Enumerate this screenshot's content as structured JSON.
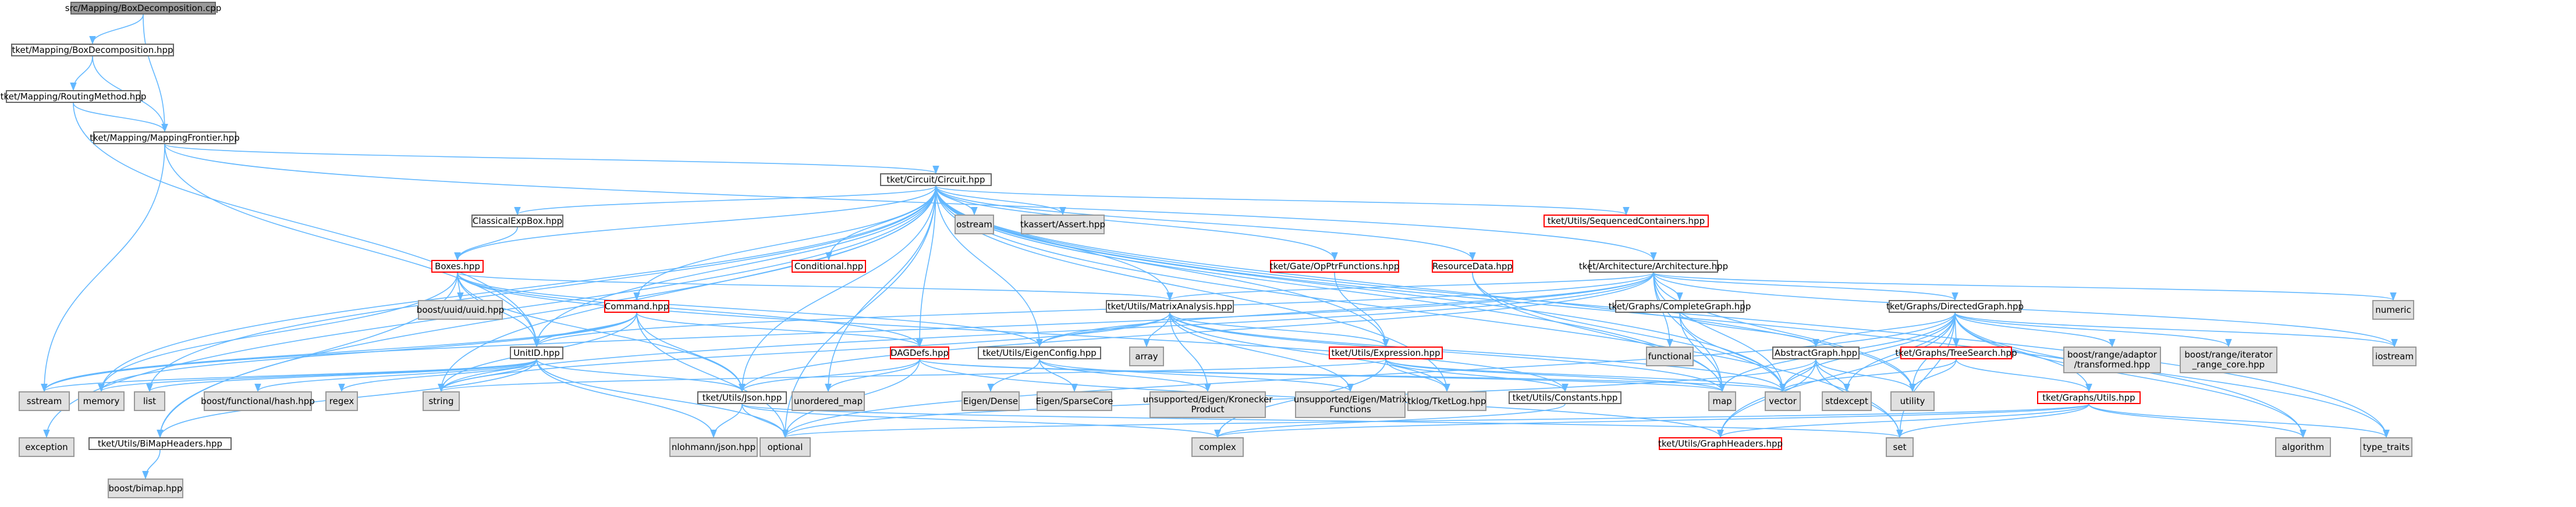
{
  "diagram": {
    "nodes": [
      {
        "id": "n0",
        "label": "src/Mapping/BoxDecomposition.cpp",
        "kind": "root"
      },
      {
        "id": "n1",
        "label": "tket/Mapping/BoxDecomposition.hpp",
        "kind": "normal"
      },
      {
        "id": "n2",
        "label": "tket/Mapping/RoutingMethod.hpp",
        "kind": "normal"
      },
      {
        "id": "n3",
        "label": "tket/Mapping/MappingFrontier.hpp",
        "kind": "normal"
      },
      {
        "id": "n4",
        "label": "tket/Circuit/Circuit.hpp",
        "kind": "normal"
      },
      {
        "id": "n5",
        "label": "ClassicalExpBox.hpp",
        "kind": "normal"
      },
      {
        "id": "n6",
        "label": "Conditional.hpp",
        "kind": "truncated"
      },
      {
        "id": "n7",
        "label": "ostream",
        "kind": "system"
      },
      {
        "id": "n8",
        "label": "tkassert/Assert.hpp",
        "kind": "system"
      },
      {
        "id": "n9",
        "label": "tket/Utils/SequencedContainers.hpp",
        "kind": "truncated"
      },
      {
        "id": "n10",
        "label": "Boxes.hpp",
        "kind": "truncated"
      },
      {
        "id": "n11",
        "label": "boost/uuid/uuid.hpp",
        "kind": "system"
      },
      {
        "id": "n12",
        "label": "tket/Gate/OpPtrFunctions.hpp",
        "kind": "truncated"
      },
      {
        "id": "n13",
        "label": "ResourceData.hpp",
        "kind": "truncated"
      },
      {
        "id": "n14",
        "label": "tket/Architecture/Architecture.hpp",
        "kind": "normal"
      },
      {
        "id": "n15",
        "label": "Command.hpp",
        "kind": "truncated"
      },
      {
        "id": "n16",
        "label": "tket/Utils/MatrixAnalysis.hpp",
        "kind": "normal"
      },
      {
        "id": "n17",
        "label": "tket/Graphs/CompleteGraph.hpp",
        "kind": "normal"
      },
      {
        "id": "n18",
        "label": "tket/Graphs/DirectedGraph.hpp",
        "kind": "normal"
      },
      {
        "id": "n19",
        "label": "numeric",
        "kind": "system"
      },
      {
        "id": "n20",
        "label": "UnitID.hpp",
        "kind": "normal"
      },
      {
        "id": "n21",
        "label": "DAGDefs.hpp",
        "kind": "truncated"
      },
      {
        "id": "n22",
        "label": "tket/Utils/EigenConfig.hpp",
        "kind": "normal"
      },
      {
        "id": "n23",
        "label": "array",
        "kind": "system"
      },
      {
        "id": "n24",
        "label": "tket/Utils/Expression.hpp",
        "kind": "truncated"
      },
      {
        "id": "n25",
        "label": "functional",
        "kind": "system"
      },
      {
        "id": "n26",
        "label": "AbstractGraph.hpp",
        "kind": "normal"
      },
      {
        "id": "n27",
        "label": "tket/Graphs/TreeSearch.hpp",
        "kind": "truncated"
      },
      {
        "id": "n28",
        "label": "boost/range/adaptor\n/transformed.hpp",
        "kind": "system"
      },
      {
        "id": "n29",
        "label": "boost/range/iterator\n_range_core.hpp",
        "kind": "system"
      },
      {
        "id": "n30",
        "label": "iostream",
        "kind": "system"
      },
      {
        "id": "n31",
        "label": "sstream",
        "kind": "system"
      },
      {
        "id": "n32",
        "label": "memory",
        "kind": "system"
      },
      {
        "id": "n33",
        "label": "list",
        "kind": "system"
      },
      {
        "id": "n34",
        "label": "boost/functional/hash.hpp",
        "kind": "system"
      },
      {
        "id": "n35",
        "label": "regex",
        "kind": "system"
      },
      {
        "id": "n36",
        "label": "string",
        "kind": "system"
      },
      {
        "id": "n37",
        "label": "tket/Utils/Json.hpp",
        "kind": "normal"
      },
      {
        "id": "n38",
        "label": "unordered_map",
        "kind": "system"
      },
      {
        "id": "n39",
        "label": "Eigen/Dense",
        "kind": "system"
      },
      {
        "id": "n40",
        "label": "Eigen/SparseCore",
        "kind": "system"
      },
      {
        "id": "n41",
        "label": "unsupported/Eigen/Kronecker\nProduct",
        "kind": "system"
      },
      {
        "id": "n42",
        "label": "unsupported/Eigen/Matrix\nFunctions",
        "kind": "system"
      },
      {
        "id": "n43",
        "label": "tklog/TketLog.hpp",
        "kind": "system"
      },
      {
        "id": "n44",
        "label": "tket/Utils/Constants.hpp",
        "kind": "normal"
      },
      {
        "id": "n45",
        "label": "map",
        "kind": "system"
      },
      {
        "id": "n46",
        "label": "vector",
        "kind": "system"
      },
      {
        "id": "n47",
        "label": "stdexcept",
        "kind": "system"
      },
      {
        "id": "n48",
        "label": "utility",
        "kind": "system"
      },
      {
        "id": "n49",
        "label": "tket/Graphs/Utils.hpp",
        "kind": "truncated"
      },
      {
        "id": "n50",
        "label": "exception",
        "kind": "system"
      },
      {
        "id": "n51",
        "label": "tket/Utils/BiMapHeaders.hpp",
        "kind": "normal"
      },
      {
        "id": "n52",
        "label": "nlohmann/json.hpp",
        "kind": "system"
      },
      {
        "id": "n53",
        "label": "optional",
        "kind": "system"
      },
      {
        "id": "n54",
        "label": "complex",
        "kind": "system"
      },
      {
        "id": "n55",
        "label": "tket/Utils/GraphHeaders.hpp",
        "kind": "truncated"
      },
      {
        "id": "n56",
        "label": "set",
        "kind": "system"
      },
      {
        "id": "n57",
        "label": "algorithm",
        "kind": "system"
      },
      {
        "id": "n58",
        "label": "type_traits",
        "kind": "system"
      },
      {
        "id": "n59",
        "label": "boost/bimap.hpp",
        "kind": "system"
      }
    ],
    "edges": [
      [
        "n0",
        "n1"
      ],
      [
        "n0",
        "n3"
      ],
      [
        "n1",
        "n2"
      ],
      [
        "n1",
        "n3"
      ],
      [
        "n2",
        "n3"
      ],
      [
        "n2",
        "n20"
      ],
      [
        "n3",
        "n4"
      ],
      [
        "n3",
        "n14"
      ],
      [
        "n3",
        "n20"
      ],
      [
        "n3",
        "n31"
      ],
      [
        "n4",
        "n5"
      ],
      [
        "n4",
        "n6"
      ],
      [
        "n4",
        "n7"
      ],
      [
        "n4",
        "n8"
      ],
      [
        "n4",
        "n9"
      ],
      [
        "n4",
        "n10"
      ],
      [
        "n4",
        "n12"
      ],
      [
        "n4",
        "n13"
      ],
      [
        "n4",
        "n15"
      ],
      [
        "n4",
        "n16"
      ],
      [
        "n4",
        "n20"
      ],
      [
        "n4",
        "n21"
      ],
      [
        "n4",
        "n24"
      ],
      [
        "n4",
        "n32"
      ],
      [
        "n4",
        "n33"
      ],
      [
        "n4",
        "n36"
      ],
      [
        "n4",
        "n37"
      ],
      [
        "n4",
        "n38"
      ],
      [
        "n4",
        "n43"
      ],
      [
        "n4",
        "n45"
      ],
      [
        "n4",
        "n46"
      ],
      [
        "n4",
        "n50"
      ],
      [
        "n4",
        "n51"
      ],
      [
        "n4",
        "n53"
      ],
      [
        "n4",
        "n56"
      ],
      [
        "n4",
        "n57"
      ],
      [
        "n4",
        "n58"
      ],
      [
        "n4",
        "n22"
      ],
      [
        "n4",
        "n48"
      ],
      [
        "n5",
        "n10"
      ],
      [
        "n10",
        "n11"
      ],
      [
        "n10",
        "n16"
      ],
      [
        "n10",
        "n20"
      ],
      [
        "n10",
        "n21"
      ],
      [
        "n10",
        "n22"
      ],
      [
        "n10",
        "n32"
      ],
      [
        "n10",
        "n37"
      ],
      [
        "n10",
        "n51"
      ],
      [
        "n10",
        "n44"
      ],
      [
        "n13",
        "n45"
      ],
      [
        "n13",
        "n46"
      ],
      [
        "n12",
        "n24"
      ],
      [
        "n14",
        "n16"
      ],
      [
        "n14",
        "n17"
      ],
      [
        "n14",
        "n18"
      ],
      [
        "n14",
        "n19"
      ],
      [
        "n14",
        "n20"
      ],
      [
        "n14",
        "n22"
      ],
      [
        "n14",
        "n25"
      ],
      [
        "n14",
        "n30"
      ],
      [
        "n14",
        "n37"
      ],
      [
        "n14",
        "n45"
      ],
      [
        "n14",
        "n46"
      ],
      [
        "n14",
        "n48"
      ],
      [
        "n14",
        "n36"
      ],
      [
        "n14",
        "n31"
      ],
      [
        "n15",
        "n20"
      ],
      [
        "n15",
        "n21"
      ],
      [
        "n15",
        "n31"
      ],
      [
        "n15",
        "n36"
      ],
      [
        "n15",
        "n37"
      ],
      [
        "n15",
        "n53"
      ],
      [
        "n15",
        "n32"
      ],
      [
        "n16",
        "n22"
      ],
      [
        "n16",
        "n23"
      ],
      [
        "n16",
        "n24"
      ],
      [
        "n16",
        "n36"
      ],
      [
        "n16",
        "n41"
      ],
      [
        "n16",
        "n42"
      ],
      [
        "n16",
        "n43"
      ],
      [
        "n16",
        "n45"
      ],
      [
        "n16",
        "n46"
      ],
      [
        "n17",
        "n26"
      ],
      [
        "n17",
        "n45"
      ],
      [
        "n17",
        "n46"
      ],
      [
        "n18",
        "n26"
      ],
      [
        "n18",
        "n27"
      ],
      [
        "n18",
        "n28"
      ],
      [
        "n18",
        "n29"
      ],
      [
        "n18",
        "n30"
      ],
      [
        "n18",
        "n49"
      ],
      [
        "n18",
        "n45"
      ],
      [
        "n18",
        "n46"
      ],
      [
        "n18",
        "n47"
      ],
      [
        "n18",
        "n48"
      ],
      [
        "n18",
        "n56"
      ],
      [
        "n18",
        "n57"
      ],
      [
        "n18",
        "n58"
      ],
      [
        "n18",
        "n53"
      ],
      [
        "n18",
        "n55"
      ],
      [
        "n20",
        "n31"
      ],
      [
        "n20",
        "n32"
      ],
      [
        "n20",
        "n33"
      ],
      [
        "n20",
        "n34"
      ],
      [
        "n20",
        "n35"
      ],
      [
        "n20",
        "n36"
      ],
      [
        "n20",
        "n37"
      ],
      [
        "n20",
        "n51"
      ],
      [
        "n20",
        "n52"
      ],
      [
        "n20",
        "n53"
      ],
      [
        "n21",
        "n38"
      ],
      [
        "n21",
        "n45"
      ],
      [
        "n21",
        "n46"
      ],
      [
        "n21",
        "n53"
      ],
      [
        "n21",
        "n55"
      ],
      [
        "n21",
        "n37"
      ],
      [
        "n22",
        "n39"
      ],
      [
        "n22",
        "n40"
      ],
      [
        "n22",
        "n41"
      ],
      [
        "n22",
        "n42"
      ],
      [
        "n24",
        "n36"
      ],
      [
        "n24",
        "n44"
      ],
      [
        "n24",
        "n45"
      ],
      [
        "n24",
        "n46"
      ],
      [
        "n24",
        "n54"
      ],
      [
        "n24",
        "n43"
      ],
      [
        "n26",
        "n46"
      ],
      [
        "n26",
        "n47"
      ],
      [
        "n26",
        "n48"
      ],
      [
        "n26",
        "n55"
      ],
      [
        "n26",
        "n56"
      ],
      [
        "n26",
        "n53"
      ],
      [
        "n27",
        "n46"
      ],
      [
        "n27",
        "n48"
      ],
      [
        "n27",
        "n49"
      ],
      [
        "n37",
        "n52"
      ],
      [
        "n37",
        "n53"
      ],
      [
        "n37",
        "n54"
      ],
      [
        "n37",
        "n56"
      ],
      [
        "n49",
        "n55"
      ],
      [
        "n49",
        "n56"
      ],
      [
        "n49",
        "n57"
      ],
      [
        "n49",
        "n58"
      ],
      [
        "n49",
        "n53"
      ],
      [
        "n49",
        "n54"
      ],
      [
        "n51",
        "n59"
      ],
      [
        "n44",
        "n54"
      ]
    ]
  }
}
